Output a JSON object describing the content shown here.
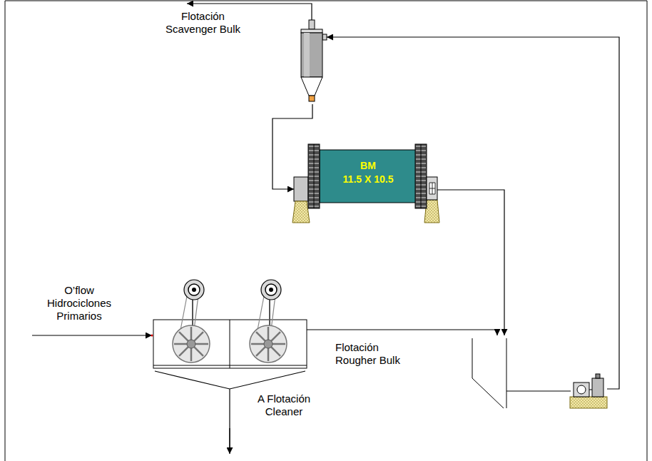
{
  "diagram": {
    "nodes": [
      {
        "text": [
          "Flotación Scavenger Bulk"
        ]
      },
      {
        "text": [
          "BM",
          "11.5 X 10.5"
        ]
      },
      {
        "text": [
          "Flotación Rougher Bulk"
        ]
      }
    ],
    "edges": [
      {
        "from": 0,
        "to": 1,
        "arrow": "to"
      }
    ],
    "labels": [
      "O’flow Hidrociclones Primarios",
      "A Flotación Cleaner"
    ]
  }
}
